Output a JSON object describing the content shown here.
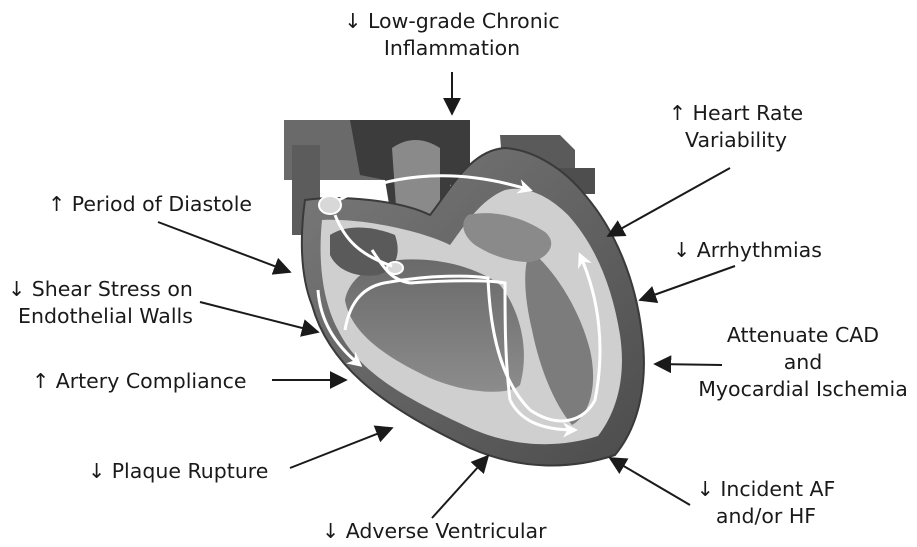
{
  "labels": {
    "inflammation": [
      "↓ Low-grade Chronic",
      "Inflammation"
    ],
    "hrv": [
      "↑ Heart Rate",
      "Variability"
    ],
    "diastole": [
      "↑ Period of Diastole"
    ],
    "shear": [
      "↓ Shear Stress on",
      "Endothelial Walls"
    ],
    "arrhythmias": [
      "↓ Arrhythmias"
    ],
    "cad": [
      "Attenuate CAD",
      "and",
      "Myocardial Ischemia"
    ],
    "compliance": [
      "↑ Artery Compliance"
    ],
    "plaque": [
      "↓ Plaque Rupture"
    ],
    "af_hf": [
      "↓ Incident AF",
      "and/or HF"
    ],
    "ventricular": [
      "↓ Adverse Ventricular"
    ]
  },
  "colors": {
    "text": "#1a1a1a",
    "arrow": "#1a1a1a",
    "heart_outer": "#5a5a5a",
    "heart_light": "#c8c8c8",
    "heart_mid": "#8a8a8a",
    "heart_dark": "#4a4a4a"
  }
}
